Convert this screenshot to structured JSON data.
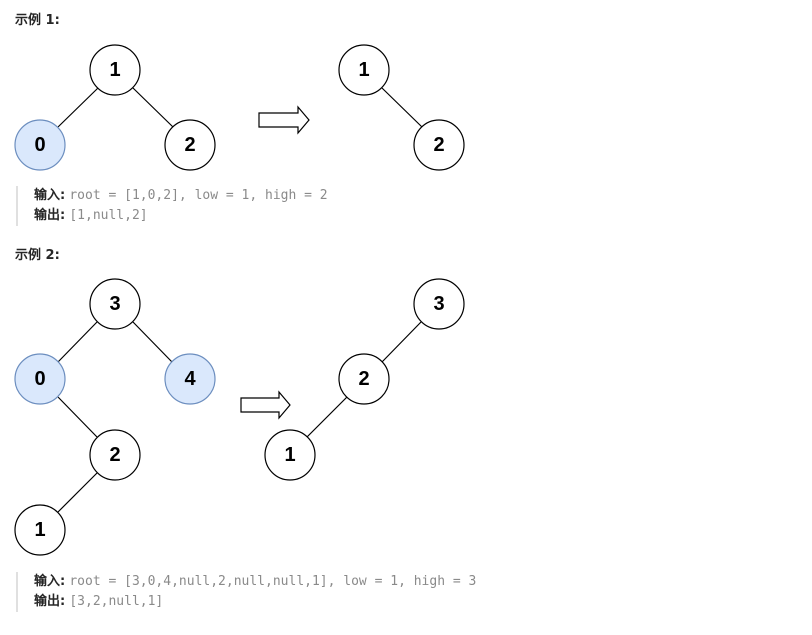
{
  "example1": {
    "heading": "示例 1:",
    "input_label": "输入:",
    "input_value": "root = [1,0,2], low = 1, high = 2",
    "output_label": "输出:",
    "output_value": "[1,null,2]",
    "before_nodes": [
      "1",
      "0",
      "2"
    ],
    "after_nodes": [
      "1",
      "2"
    ]
  },
  "example2": {
    "heading": "示例 2:",
    "input_label": "输入:",
    "input_value": "root = [3,0,4,null,2,null,null,1], low = 1, high = 3",
    "output_label": "输出:",
    "output_value": "[3,2,null,1]",
    "before_nodes": [
      "3",
      "0",
      "4",
      "2",
      "1"
    ],
    "after_nodes": [
      "3",
      "2",
      "1"
    ]
  },
  "colors": {
    "removed_node_fill": "#dae8fc",
    "removed_node_stroke": "#6c8ebf",
    "node_fill": "#ffffff"
  }
}
